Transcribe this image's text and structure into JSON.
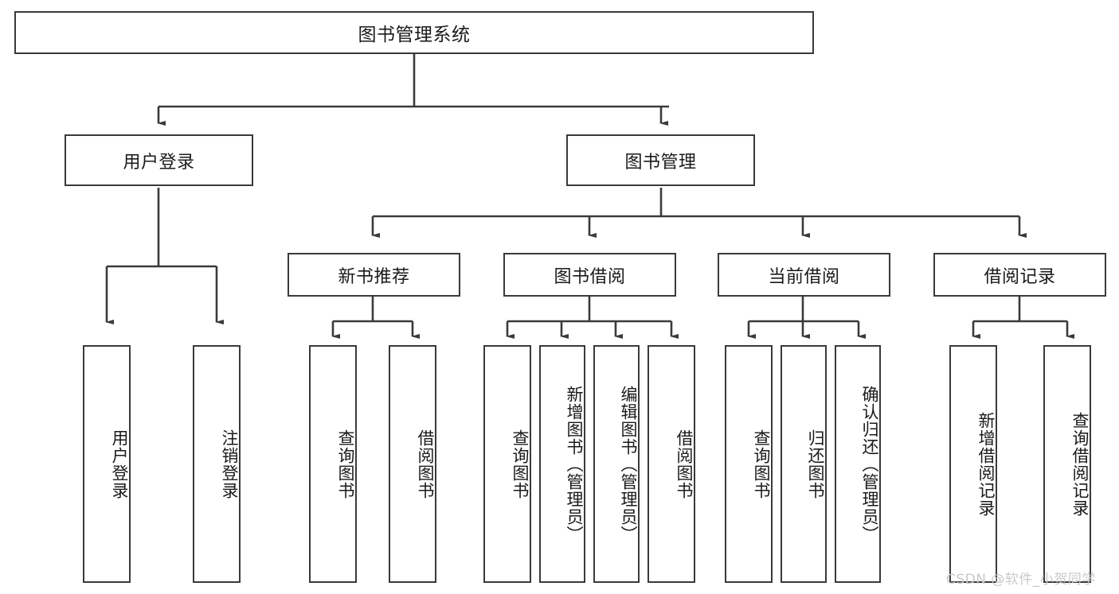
{
  "diagram": {
    "type": "tree-hierarchy-chart",
    "root": {
      "label": "图书管理系统"
    },
    "level2": [
      {
        "label": "用户登录"
      },
      {
        "label": "图书管理"
      }
    ],
    "level3": [
      {
        "label": "新书推荐"
      },
      {
        "label": "图书借阅"
      },
      {
        "label": "当前借阅"
      },
      {
        "label": "借阅记录"
      }
    ],
    "leaves": [
      {
        "label": "用户登录",
        "parent": "用户登录"
      },
      {
        "label": "注销登录",
        "parent": "用户登录"
      },
      {
        "label": "查询图书",
        "parent": "新书推荐"
      },
      {
        "label": "借阅图书",
        "parent": "新书推荐"
      },
      {
        "label": "查询图书",
        "parent": "图书借阅"
      },
      {
        "label": "新增图书（管理员）",
        "parent": "图书借阅"
      },
      {
        "label": "编辑图书（管理员）",
        "parent": "图书借阅"
      },
      {
        "label": "借阅图书",
        "parent": "图书借阅"
      },
      {
        "label": "查询图书",
        "parent": "当前借阅"
      },
      {
        "label": "归还图书",
        "parent": "当前借阅"
      },
      {
        "label": "确认归还（管理员）",
        "parent": "当前借阅"
      },
      {
        "label": "新增借阅记录",
        "parent": "借阅记录"
      },
      {
        "label": "查询借阅记录",
        "parent": "借阅记录"
      }
    ]
  },
  "watermark": {
    "text": "CSDN @软件_小贺同学"
  },
  "colors": {
    "stroke": "#3a3a3a",
    "background": "#ffffff",
    "text": "#1a1a1a",
    "watermark": "#c9c9c9"
  }
}
